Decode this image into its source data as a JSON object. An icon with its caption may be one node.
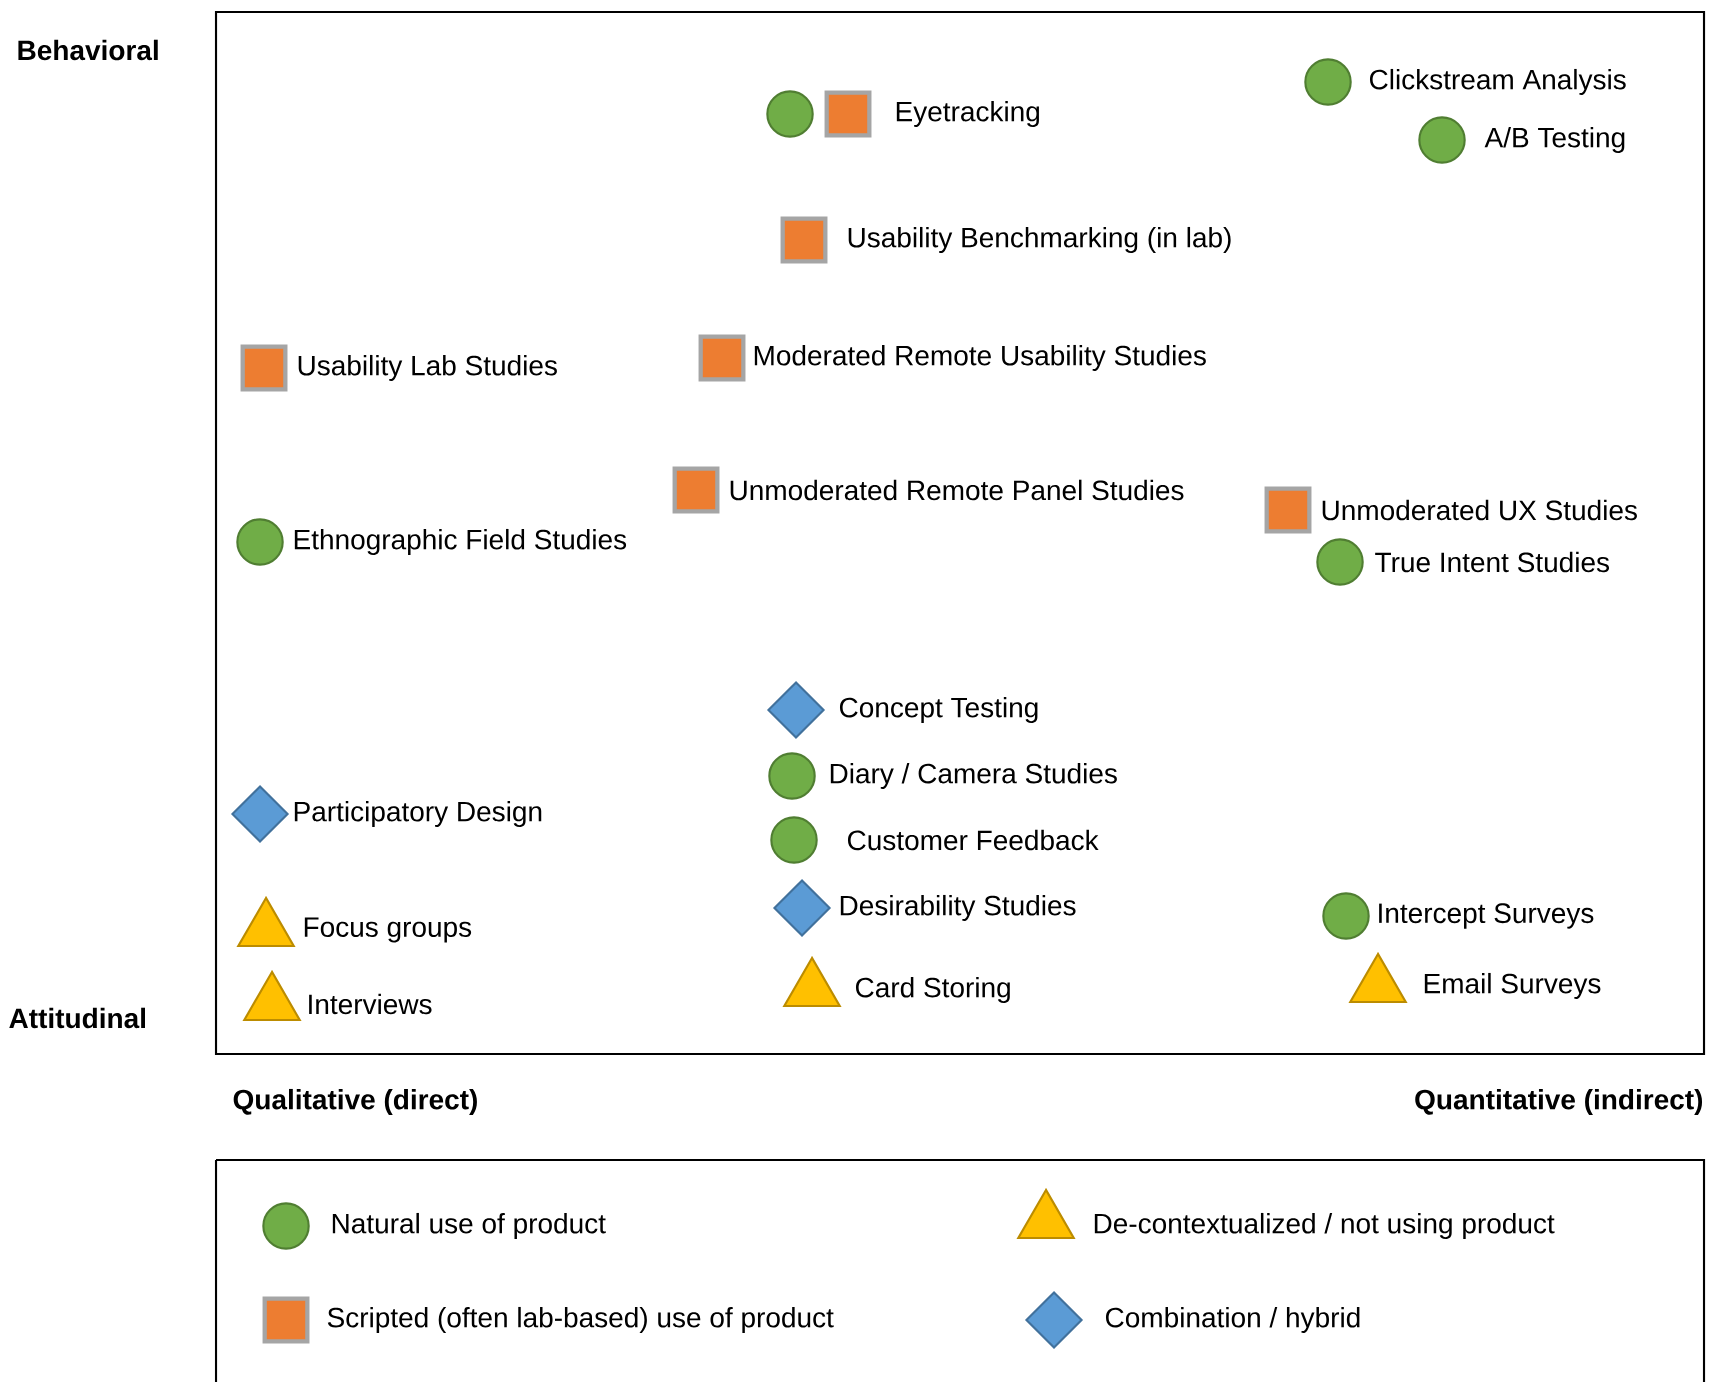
{
  "diagram": {
    "nodes": [
      {
        "text": [],
        "shape": "circle"
      },
      {
        "text": [],
        "shape": "box",
        "beside": [
          "Eyetracking"
        ]
      },
      {
        "text": [],
        "shape": "circle",
        "beside": [
          "Clickstream Analysis"
        ]
      },
      {
        "text": [],
        "shape": "circle",
        "beside": [
          "A/B Testing"
        ]
      },
      {
        "text": [],
        "shape": "box",
        "beside": [
          "Usability Benchmarking (in lab)"
        ]
      },
      {
        "text": [],
        "shape": "box",
        "beside": [
          "Usability Lab Studies"
        ]
      },
      {
        "text": [],
        "shape": "box",
        "beside": [
          "Moderated Remote Usability Studies"
        ]
      },
      {
        "text": [],
        "shape": "box",
        "beside": [
          "Unmoderated Remote Panel Studies"
        ]
      },
      {
        "text": [],
        "shape": "circle",
        "beside": [
          "Ethnographic Field Studies"
        ]
      },
      {
        "text": [],
        "shape": "box",
        "beside": [
          "Unmoderated UX Studies"
        ]
      },
      {
        "text": [],
        "shape": "circle",
        "beside": [
          "True Intent Studies"
        ]
      },
      {
        "text": [],
        "shape": "diamond",
        "beside": [
          "Concept Testing"
        ]
      },
      {
        "text": [],
        "shape": "circle",
        "beside": [
          "Diary / Camera Studies"
        ]
      },
      {
        "text": [],
        "shape": "diamond",
        "beside": [
          "Participatory Design"
        ]
      },
      {
        "text": [],
        "shape": "circle",
        "beside": [
          "Customer Feedback"
        ]
      },
      {
        "text": [],
        "shape": "diamond",
        "beside": [
          "Desirability Studies"
        ]
      },
      {
        "text": [],
        "shape": "circle",
        "beside": [
          "Intercept Surveys"
        ]
      },
      {
        "text": [],
        "shape": "triangle",
        "beside": [
          "Focus groups"
        ]
      },
      {
        "text": [],
        "shape": "triangle",
        "beside": [
          "Interviews"
        ]
      },
      {
        "text": [],
        "shape": "triangle",
        "beside": [
          "Card Storing"
        ]
      },
      {
        "text": [],
        "shape": "triangle",
        "beside": [
          "Email Surveys"
        ]
      }
    ],
    "labels": [
      "Behavioral",
      "Attitudinal",
      "Qualitative (direct)",
      "Quantitative (indirect)"
    ],
    "legend": [
      {
        "text": "Natural use of product"
      },
      {
        "text": "De-contextualized / not using product"
      },
      {
        "text": "Scripted (often lab-based) use of product"
      },
      {
        "text": "Combination / hybrid"
      }
    ]
  }
}
